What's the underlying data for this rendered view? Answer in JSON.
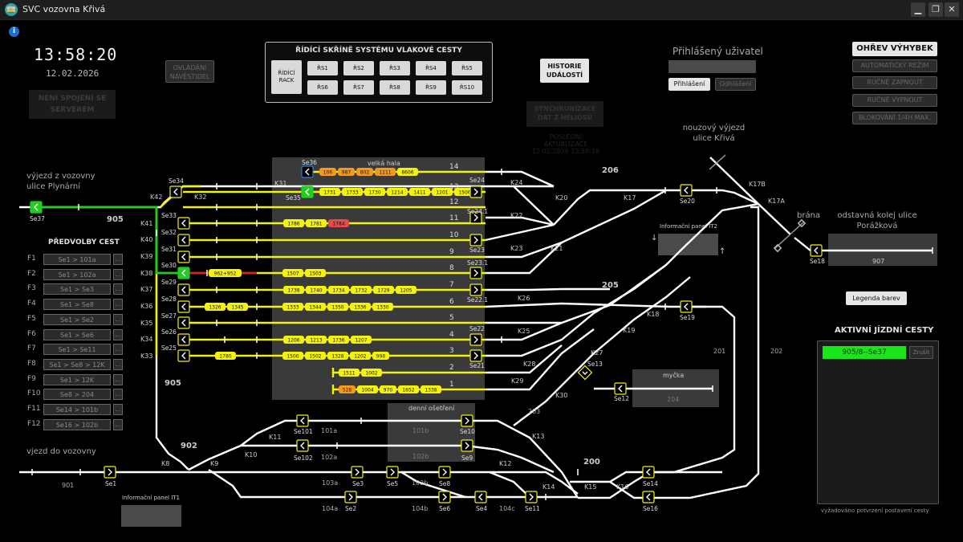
{
  "window": {
    "title": "SVC vozovna Křivá",
    "min": "▁",
    "max": "❐",
    "close": "✕"
  },
  "clock": {
    "time": "13:58:20",
    "date": "12.02.2026"
  },
  "server_status": "NENÍ SPOJENÍ SE SERVEREM",
  "buttons": {
    "ovladani": "OVLÁDÁNÍ NÁVĚSTIDEL",
    "historie": "HISTORIE UDÁLOSTÍ",
    "rack": "ŘÍDÍCÍ RACK",
    "sync": "SYNCHRONIZACE DAT Z HELIOSU",
    "sync_info": "POSLEDNÍ AKTUALIZACE 12.02.2026 13:58:18",
    "login": "Přihlášení",
    "logout": "Odhlášení",
    "legenda": "Legenda barev",
    "ohrev": "OHŘEV VÝHYBEK",
    "auto": "AUTOMATICKÝ REŽIM",
    "on": "RUČNĚ ZAPNOUT",
    "off": "RUČNĚ VYPNOUT",
    "block": "BLOKOVÁNÍ 1/4H MAX."
  },
  "rs_panel": {
    "title": "ŘÍDÍCÍ SKŘÍNĚ SYSTÉMU VLAKOVÉ CESTY",
    "row1": [
      "ŘS1",
      "ŘS2",
      "ŘS3",
      "ŘS4",
      "ŘS5"
    ],
    "row2": [
      "ŘS6",
      "ŘS7",
      "ŘS8",
      "ŘS9",
      "ŘS10"
    ]
  },
  "user": {
    "label": "Přihlášený uživatel"
  },
  "predvolby": {
    "title": "PŘEDVOLBY CEST",
    "items": [
      {
        "f": "F1",
        "route": "Se1 > 101a"
      },
      {
        "f": "F2",
        "route": "Se1 > 102a"
      },
      {
        "f": "F3",
        "route": "Se1 > Se3"
      },
      {
        "f": "F4",
        "route": "Se1 > Se8"
      },
      {
        "f": "F5",
        "route": "Se1 > Se2"
      },
      {
        "f": "F6",
        "route": "Se1 > Se6"
      },
      {
        "f": "F7",
        "route": "Se1 > Se11"
      },
      {
        "f": "F8",
        "route": "Se1 > Se8 > 12K"
      },
      {
        "f": "F9",
        "route": "Se1 > 12K"
      },
      {
        "f": "F10",
        "route": "Se8 > 204"
      },
      {
        "f": "F11",
        "route": "Se14 > 101b"
      },
      {
        "f": "F12",
        "route": "Se16 > 102b"
      }
    ],
    "x": "..."
  },
  "ajc": {
    "title": "AKTIVNÍ JÍZDNÍ CESTY",
    "item": "905/8--Se37",
    "cancel": "Zrušit",
    "note": "vyžadováno potvrzení postavení cesty"
  },
  "areas": {
    "hall": "velká hala",
    "myc": "myčka",
    "myc_no": "204",
    "dos": "denní ošetření",
    "dos1": "101b",
    "dos2": "102b",
    "odst": "odstavná kolej ulice Porážková",
    "odst_no": "907",
    "ip2": "Informační panel IT2",
    "ip1": "Informační panel IT1",
    "brana": "brána",
    "nouz": "nouzový výjezd ulice Křivá",
    "vyjezd": "výjezd z vozovny ulice Plynární",
    "vjezd": "vjezd do vozovny"
  },
  "tracks": {
    "t14": {
      "num": "14",
      "cars": [
        [
          "106",
          "o"
        ],
        [
          "987",
          "o"
        ],
        [
          "802",
          "o"
        ],
        [
          "1111",
          "o"
        ],
        [
          "8606",
          "y"
        ]
      ]
    },
    "t13": {
      "num": "13",
      "cars": [
        [
          "1731",
          "y"
        ],
        [
          "1733",
          "y"
        ],
        [
          "1730",
          "y"
        ],
        [
          "1214",
          "y"
        ],
        [
          "1411",
          "y"
        ],
        [
          "1201",
          "y"
        ],
        [
          "1506",
          "y"
        ]
      ]
    },
    "t12": {
      "num": "12",
      "cars": []
    },
    "t11": {
      "num": "11",
      "cars": [
        [
          "1786",
          "y"
        ],
        [
          "1781",
          "y"
        ],
        [
          "1784",
          "r"
        ]
      ]
    },
    "t10": {
      "num": "10",
      "cars": []
    },
    "t9": {
      "num": "9",
      "cars": []
    },
    "t8": {
      "num": "8",
      "cars": [
        [
          "962+952",
          "y"
        ],
        [
          "1507",
          "y"
        ],
        [
          "1503",
          "y"
        ]
      ]
    },
    "t7": {
      "num": "7",
      "cars": [
        [
          "1738",
          "y"
        ],
        [
          "1740",
          "y"
        ],
        [
          "1734",
          "y"
        ],
        [
          "1732",
          "y"
        ],
        [
          "1729",
          "y"
        ],
        [
          "1205",
          "y"
        ]
      ]
    },
    "t6": {
      "num": "6",
      "cars": [
        [
          "1326",
          "y"
        ],
        [
          "1345",
          "y"
        ],
        [
          "1333",
          "y"
        ],
        [
          "1344",
          "y"
        ],
        [
          "1350",
          "y"
        ],
        [
          "1336",
          "y"
        ],
        [
          "1330",
          "y"
        ]
      ]
    },
    "t5": {
      "num": "5",
      "cars": []
    },
    "t4": {
      "num": "4",
      "cars": [
        [
          "1206",
          "y"
        ],
        [
          "1213",
          "y"
        ],
        [
          "1736",
          "y"
        ],
        [
          "1207",
          "y"
        ]
      ]
    },
    "t3": {
      "num": "3",
      "cars": [
        [
          "1780",
          "y"
        ],
        [
          "1500",
          "y"
        ],
        [
          "1502",
          "y"
        ],
        [
          "1328",
          "y"
        ],
        [
          "1202",
          "y"
        ],
        [
          "998",
          "y"
        ]
      ]
    },
    "t2": {
      "num": "2",
      "cars": [
        [
          "1511",
          "y"
        ],
        [
          "1002",
          "y"
        ]
      ]
    },
    "t1": {
      "num": "1",
      "cars": [
        [
          "528",
          "o"
        ],
        [
          "1004",
          "y"
        ],
        [
          "970",
          "y"
        ],
        [
          "1652",
          "y"
        ],
        [
          "1338",
          "y"
        ]
      ]
    }
  },
  "signals": [
    "Se1",
    "Se2",
    "Se3",
    "Se4",
    "Se5",
    "Se6",
    "Se8",
    "Se9",
    "Se10",
    "Se11",
    "Se12",
    "Se13",
    "Se14",
    "Se16",
    "Se18",
    "Se19",
    "Se20",
    "Se21",
    "Se22",
    "Se22.1",
    "Se23",
    "Se23.1",
    "Se24",
    "Se24.1",
    "Se25",
    "Se26",
    "Se27",
    "Se28",
    "Se29",
    "Se30",
    "Se31",
    "Se32",
    "Se33",
    "Se34",
    "Se35",
    "Se36",
    "Se37",
    "Se101",
    "Se102"
  ],
  "switches": [
    "K8",
    "K9",
    "K10",
    "K11",
    "K12",
    "K13",
    "K14",
    "K15",
    "K16",
    "K17",
    "K17A",
    "K17B",
    "K18",
    "K19",
    "K20",
    "K21",
    "K22",
    "K23",
    "K24",
    "K25",
    "K26",
    "K27",
    "K28",
    "K29",
    "K30",
    "K31",
    "K32",
    "K33",
    "K34",
    "K35",
    "K36",
    "K37",
    "K38",
    "K39",
    "K40",
    "K41",
    "K42"
  ],
  "sections": [
    "905",
    "902",
    "901",
    "905",
    "200",
    "201",
    "202",
    "203",
    "205",
    "206",
    "101a",
    "102a",
    "103a",
    "103b",
    "104a",
    "104b",
    "104c"
  ],
  "colors": {
    "yellow": "#f2f20a",
    "white": "#ffffff",
    "green": "#22cc22",
    "red": "#e02020",
    "orange": "#f29a1c",
    "carred": "#e84a4a"
  }
}
